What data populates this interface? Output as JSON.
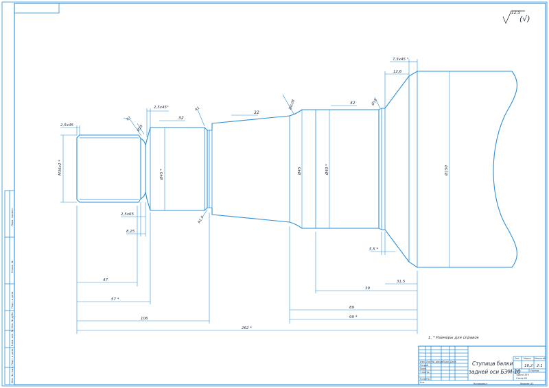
{
  "roughness": {
    "value": "12,5",
    "mark": "(√)"
  },
  "dims": {
    "ch25x45_left": "2,5х45",
    "thread": "М36х2 *",
    "r1_a": "R1",
    "r1_b": "R1",
    "groove": "Ø28",
    "ch25x45_top": "2,5х45°",
    "rough32_a": "32",
    "d45": "Ø45 *",
    "ch25x65": "2,5х65",
    "w825": "8,25",
    "r15": "R1,5",
    "rough32_b": "32",
    "taper_label": "Ø0,08",
    "rough32_c": "32",
    "d45b": "Ø45",
    "d40": "Ø40 *",
    "d16": "Ø16",
    "ch73x45": "7,3х45 °",
    "w126": "12,6",
    "d150": "Ø150",
    "w55": "5,5 *",
    "w47": "47",
    "w57": "57 *",
    "w106": "106",
    "w262": "262 *",
    "w315": "31,5",
    "w39": "39",
    "w89": "89",
    "w99": "99 *"
  },
  "note": "1. * Размеры для справок",
  "titleblock": {
    "part_name_line1": "Ступица балки",
    "part_name_line2": "задней оси БЭМ-10",
    "lit_header": "Лит.",
    "mass_header": "Масса",
    "scale_header": "Масштаб",
    "mass_value": "16,2",
    "scale_value": "2:1",
    "sheet": "Лист",
    "sheets": "Листов",
    "col_izm": "Изм.",
    "col_list": "Лист",
    "col_doc": "№ докум.",
    "col_sign": "Подп.",
    "col_date": "Дата",
    "row_razrab": "Разраб.",
    "row_prov": "Пров.",
    "row_tkontr": "Т.контр.",
    "row_nkontr": "Н.контр.",
    "row_utv": "Утв.",
    "material": "Сталь 45",
    "org": "ТрансГАТУ",
    "copied": "Копировал",
    "format": "Формат А3"
  },
  "side_stamp": {
    "perv": "Перв. примен.",
    "sprav": "Справ. №",
    "podp_data": "Подп. и дата",
    "inv_dubl": "Инв. № дубл.",
    "vzam_inv": "Взам. инв. №",
    "inv_podl": "Инв. № подл."
  }
}
